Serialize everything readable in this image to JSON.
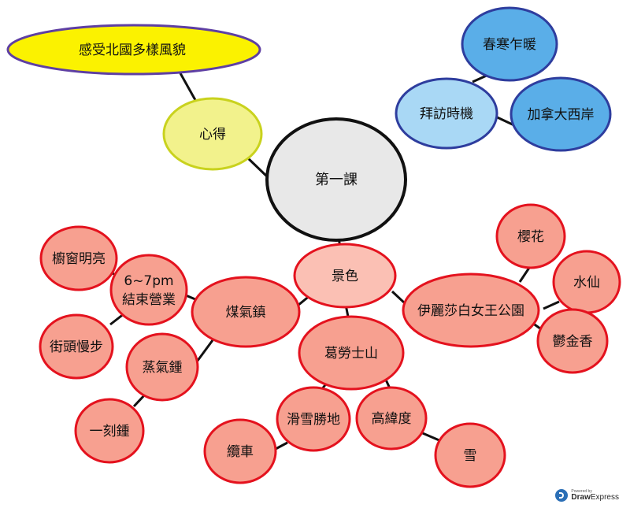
{
  "nodes": {
    "center": "第一課",
    "xinde": "心得",
    "xinde_detail": "感受北國多樣風貌",
    "visit_time": "拜訪時機",
    "spring": "春寒乍暖",
    "canada_west": "加拿大西岸",
    "scenery": "景色",
    "gastown": "煤氣鎮",
    "open_hours_line1": "6~7pm",
    "open_hours_line2": "結束營業",
    "window": "櫥窗明亮",
    "street_walk": "街頭慢步",
    "steam_clock": "蒸氣鍾",
    "quarter_clock": "一刻鍾",
    "grouse": "葛勞士山",
    "ski": "滑雪勝地",
    "cable_car": "纜車",
    "latitude": "高緯度",
    "snow": "雪",
    "qe_park": "伊麗莎白女王公園",
    "cherry": "櫻花",
    "daffodil": "水仙",
    "tulip": "鬱金香"
  },
  "colors": {
    "center_fill": "#e8e8e8",
    "yellow_fill": "#fbf200",
    "yellow_light_fill": "#f2f28c",
    "blue_light_fill": "#a9d8f5",
    "blue_fill": "#5aaee8",
    "blue_stroke": "#2e3d9e",
    "scenery_fill": "#fbc0b4",
    "red_fill": "#f7a090",
    "red_stroke": "#e4121e",
    "line": "#111111"
  },
  "watermark": {
    "small": "Powered by",
    "brand_a": "Draw",
    "brand_b": "Express"
  }
}
